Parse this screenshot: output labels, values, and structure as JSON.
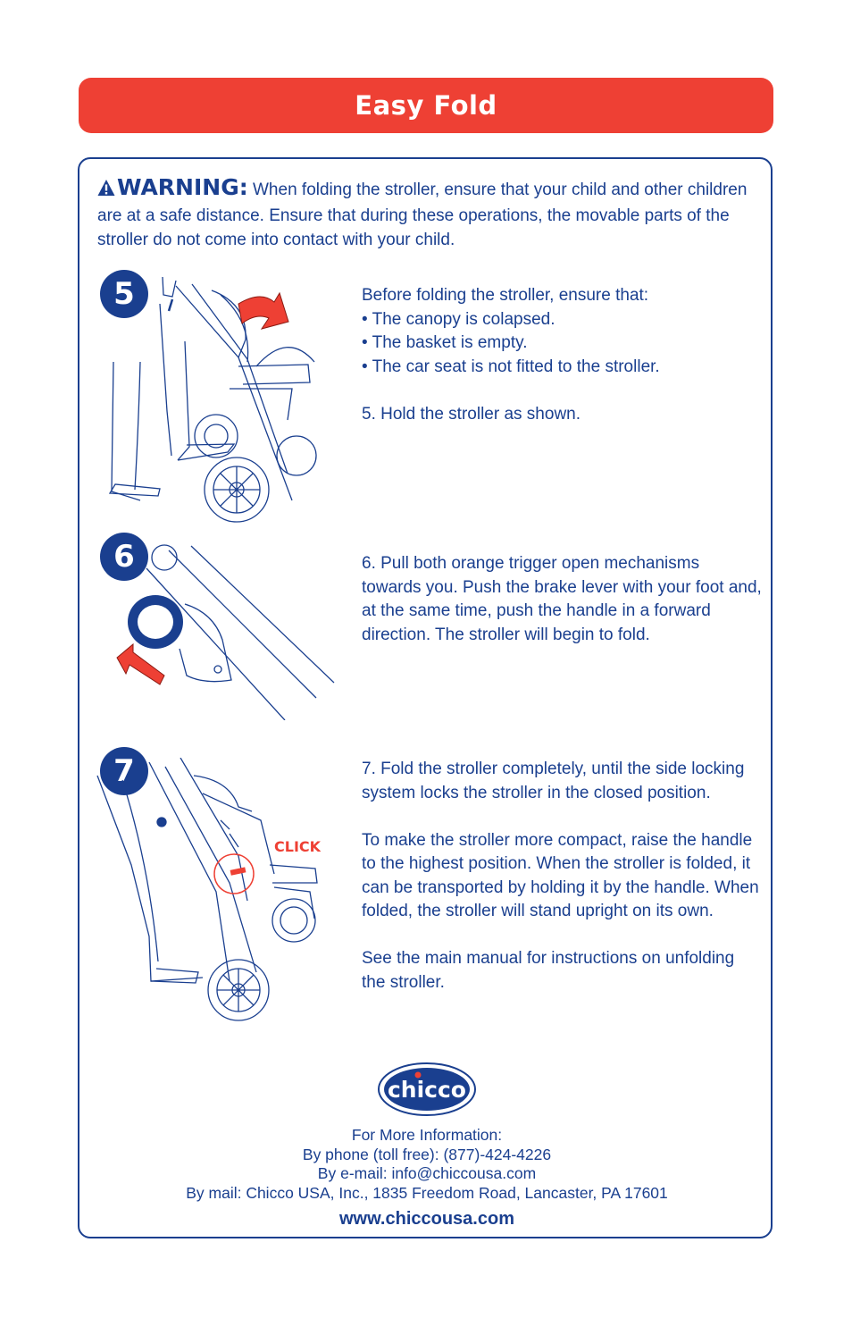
{
  "header": {
    "title": "Easy Fold"
  },
  "warning": {
    "label": "WARNING:",
    "text": "When folding the stroller, ensure that your child and other children are at a safe distance. Ensure that during these operations, the movable parts of the stroller do not come into contact with your child."
  },
  "steps": [
    {
      "number": "5",
      "lines": [
        "Before folding the stroller, ensure that:",
        "• The canopy is colapsed.",
        "• The basket is empty.",
        "• The car seat is not fitted to the stroller.",
        "",
        "5. Hold the stroller as shown."
      ]
    },
    {
      "number": "6",
      "lines": [
        "6. Pull both orange trigger open mechanisms towards you. Push the brake lever with your foot and, at the same time, push the handle in a forward direction. The stroller will begin to fold."
      ]
    },
    {
      "number": "7",
      "click_label": "CLICK",
      "lines": [
        "7. Fold the stroller completely, until the side locking system locks the stroller in the closed position.",
        "",
        "To make the stroller more compact, raise the handle to the highest position. When the stroller is folded, it can be transported by holding it by the handle. When folded, the stroller will stand upright on its own.",
        "",
        "See the main manual for instructions on unfolding the stroller."
      ]
    }
  ],
  "footer": {
    "logo_text": "chicco",
    "lines": [
      "For More Information:",
      "By phone (toll free): (877)-424-4226",
      "By e-mail: info@chiccousa.com",
      "By mail: Chicco USA, Inc., 1835 Freedom Road, Lancaster, PA 17601"
    ],
    "website": "www.chiccousa.com"
  },
  "colors": {
    "brand_blue": "#1a3f8f",
    "accent_red": "#ee4034"
  }
}
